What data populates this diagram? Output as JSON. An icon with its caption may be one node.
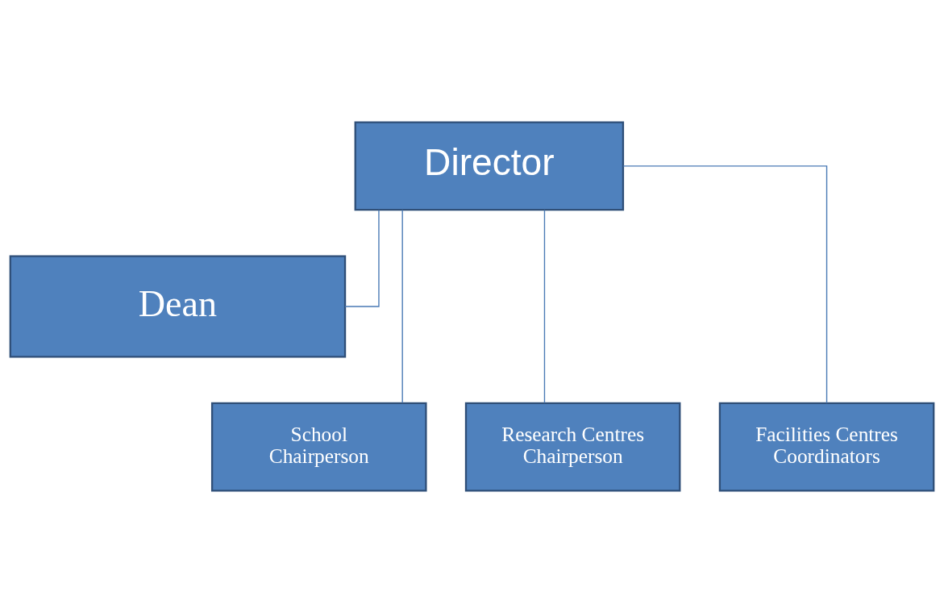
{
  "diagram": {
    "nodes": [
      {
        "text": [
          "Director"
        ]
      },
      {
        "text": [
          "Dean"
        ]
      },
      {
        "text": [
          "School Chairperson"
        ]
      },
      {
        "text": [
          "Research Centres Chairperson"
        ]
      },
      {
        "text": [
          "Facilities Centres Coordinators"
        ]
      }
    ],
    "edges": [
      {
        "from": 0,
        "to": 1,
        "arrow": "none"
      },
      {
        "from": 0,
        "to": 2,
        "arrow": "none"
      },
      {
        "from": 0,
        "to": 3,
        "arrow": "none"
      },
      {
        "from": 0,
        "to": 4,
        "arrow": "none"
      }
    ]
  }
}
